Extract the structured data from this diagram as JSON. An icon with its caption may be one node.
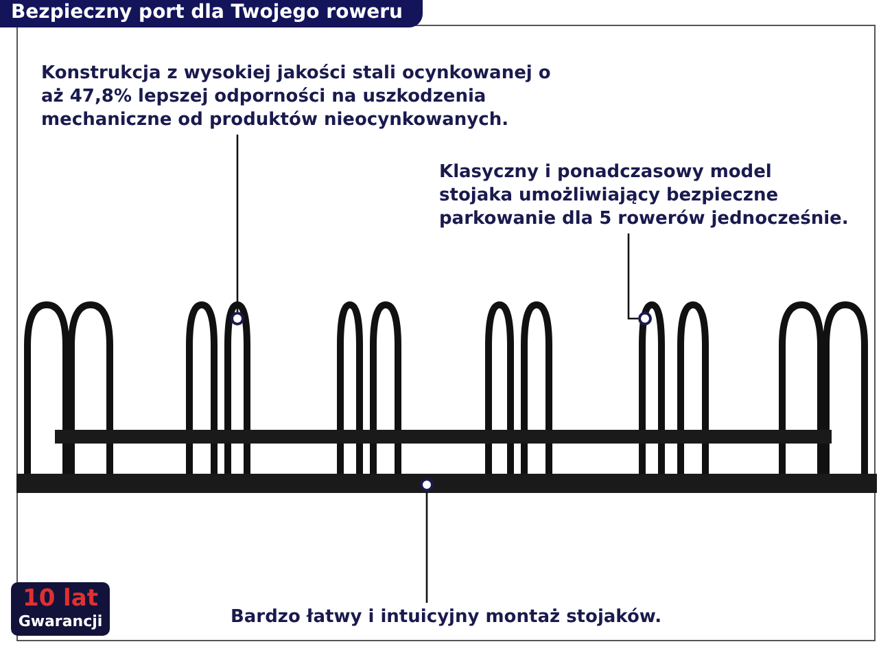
{
  "diagram": {
    "title": "Bezpieczny port dla Twojego roweru",
    "nodes": [
      {
        "text": [
          "Konstrukcja z wysokiej jakości stali ocynkowanej o aż 47,8% lepszej odporności na uszkodzenia mechaniczne od produktów nieocynkowanych."
        ]
      },
      {
        "text": [],
        "shape": "circle"
      },
      {
        "text": [
          "Klasyczny i ponadczasowy model stojaka umożliwiający bezpieczne parkowanie dla 5 rowerów jednocześnie."
        ]
      },
      {
        "text": [],
        "shape": "circle"
      },
      {
        "text": [],
        "shape": "circle"
      },
      {
        "text": [
          "Bardzo łatwy i intuicyjny montaż stojaków."
        ]
      },
      {
        "text": [
          "10 lat",
          "Gwarancji"
        ]
      }
    ],
    "edges": [
      {
        "from": 0,
        "to": 1,
        "arrow": "none"
      },
      {
        "from": 2,
        "to": 3,
        "arrow": "none"
      },
      {
        "from": 5,
        "to": 4,
        "arrow": "none"
      }
    ]
  }
}
